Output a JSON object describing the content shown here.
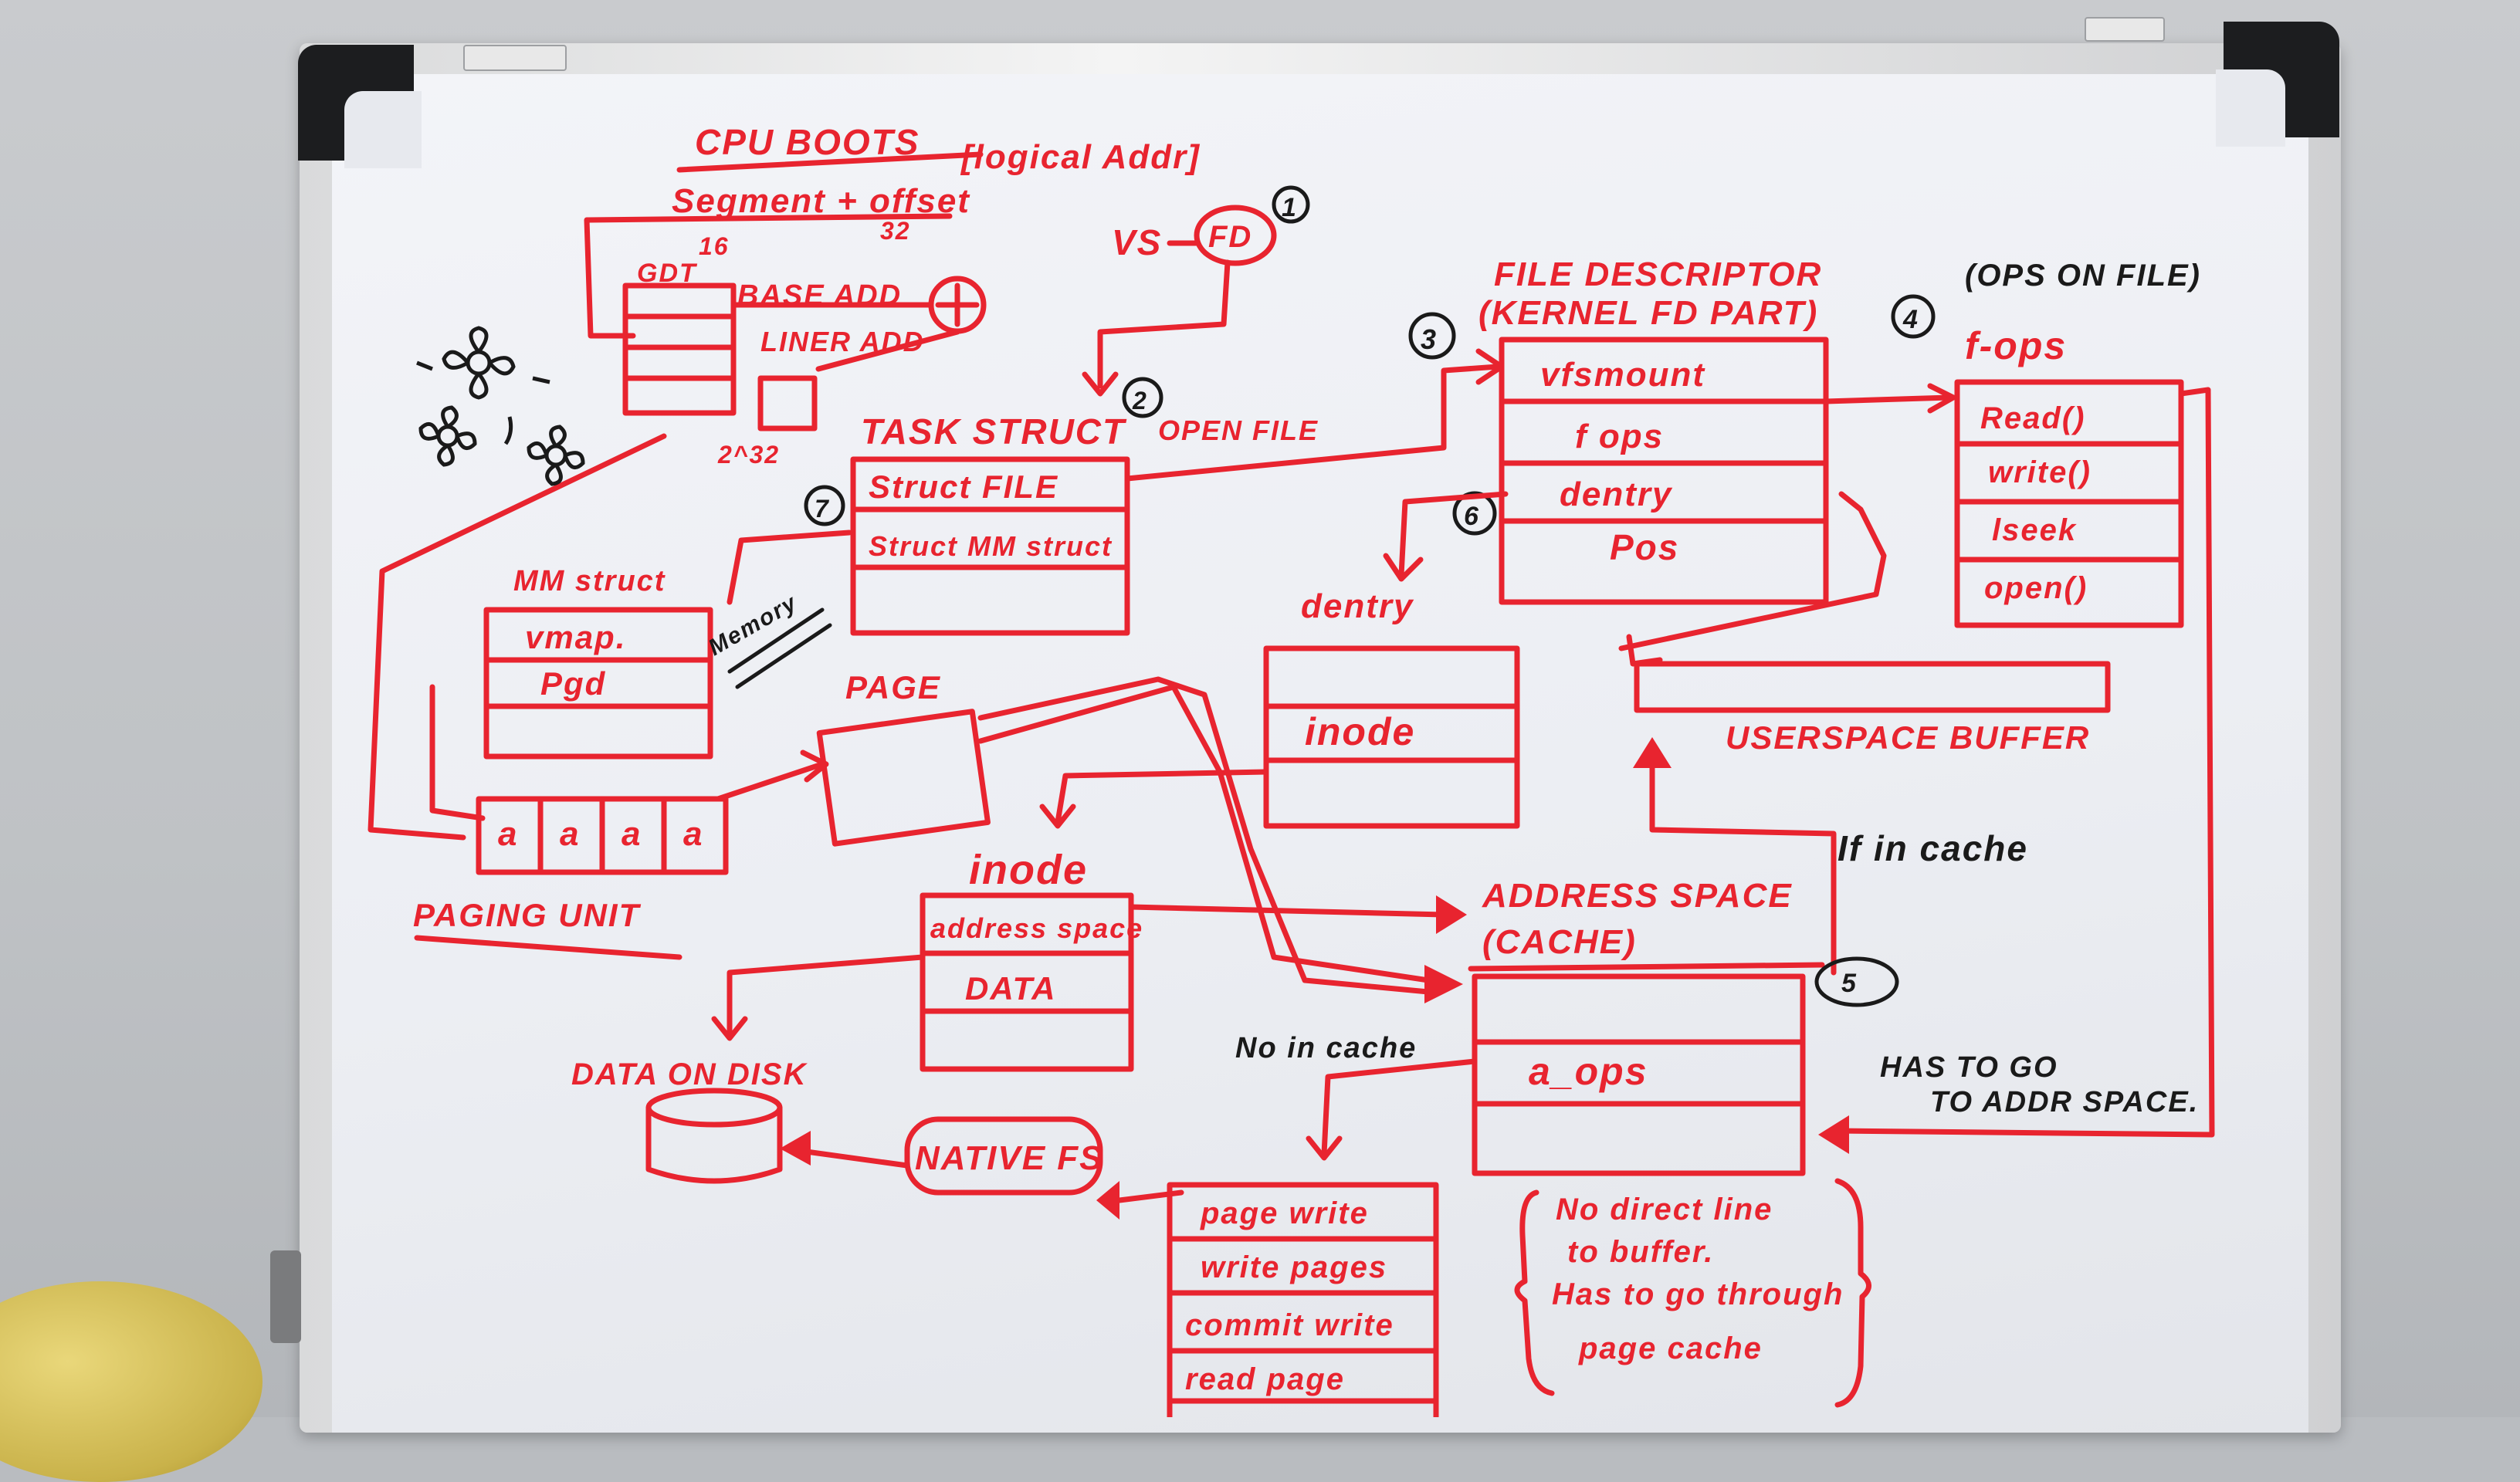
{
  "board": {
    "title": "CPU BOOTS",
    "segment": "Segment + offset",
    "seg_bits": "16",
    "off_bits": "32",
    "logical_addr": "[logical Addr]",
    "gdt": "GDT",
    "base_add": "BASE ADD",
    "liner_add": "LINER ADD",
    "bits_232": "2^32",
    "vs_fd": "VS",
    "fd": "FD",
    "task_struct": "TASK STRUCT",
    "task_rows": [
      "Struct FILE",
      "Struct MM struct"
    ],
    "open_file": "OPEN FILE",
    "file_descriptor": "FILE DESCRIPTOR",
    "kernel_fd_part": "(KERNEL FD PART)",
    "fd_rows": [
      "vfsmount",
      "f ops",
      "dentry",
      "Pos"
    ],
    "ops_on_file": "(OPS ON FILE)",
    "f_ops": "f-ops",
    "fops_rows": [
      "Read()",
      "write()",
      "lseek",
      "open()"
    ],
    "mm_struct": "MM struct",
    "mm_rows": [
      "vmap.",
      "Pgd"
    ],
    "memory": "Memory",
    "page": "PAGE",
    "page_cells": [
      "a",
      "a",
      "a",
      "a"
    ],
    "paging_unit": "PAGING UNIT",
    "dentry": "dentry",
    "dentry_row": "inode",
    "userspace_buffer": "USERSPACE BUFFER",
    "if_in_cache": "If in cache",
    "inode": "inode",
    "inode_rows": [
      "address space",
      "DATA"
    ],
    "address_space": "ADDRESS SPACE",
    "cache": "(CACHE)",
    "a_ops": "a_ops",
    "no_in_cache": "No in cache",
    "data_on_disk": "DATA ON DISK",
    "native_fs": "NATIVE FS",
    "aops_rows": [
      "page write",
      "write pages",
      "commit write",
      "read page"
    ],
    "has_to_go": "HAS TO GO",
    "to_addr_space": "TO ADDR SPACE.",
    "note": [
      "No direct line",
      "to buffer.",
      "Has to go through",
      "page cache"
    ],
    "markers": [
      "1",
      "2",
      "3",
      "4",
      "5",
      "6",
      "7"
    ]
  }
}
